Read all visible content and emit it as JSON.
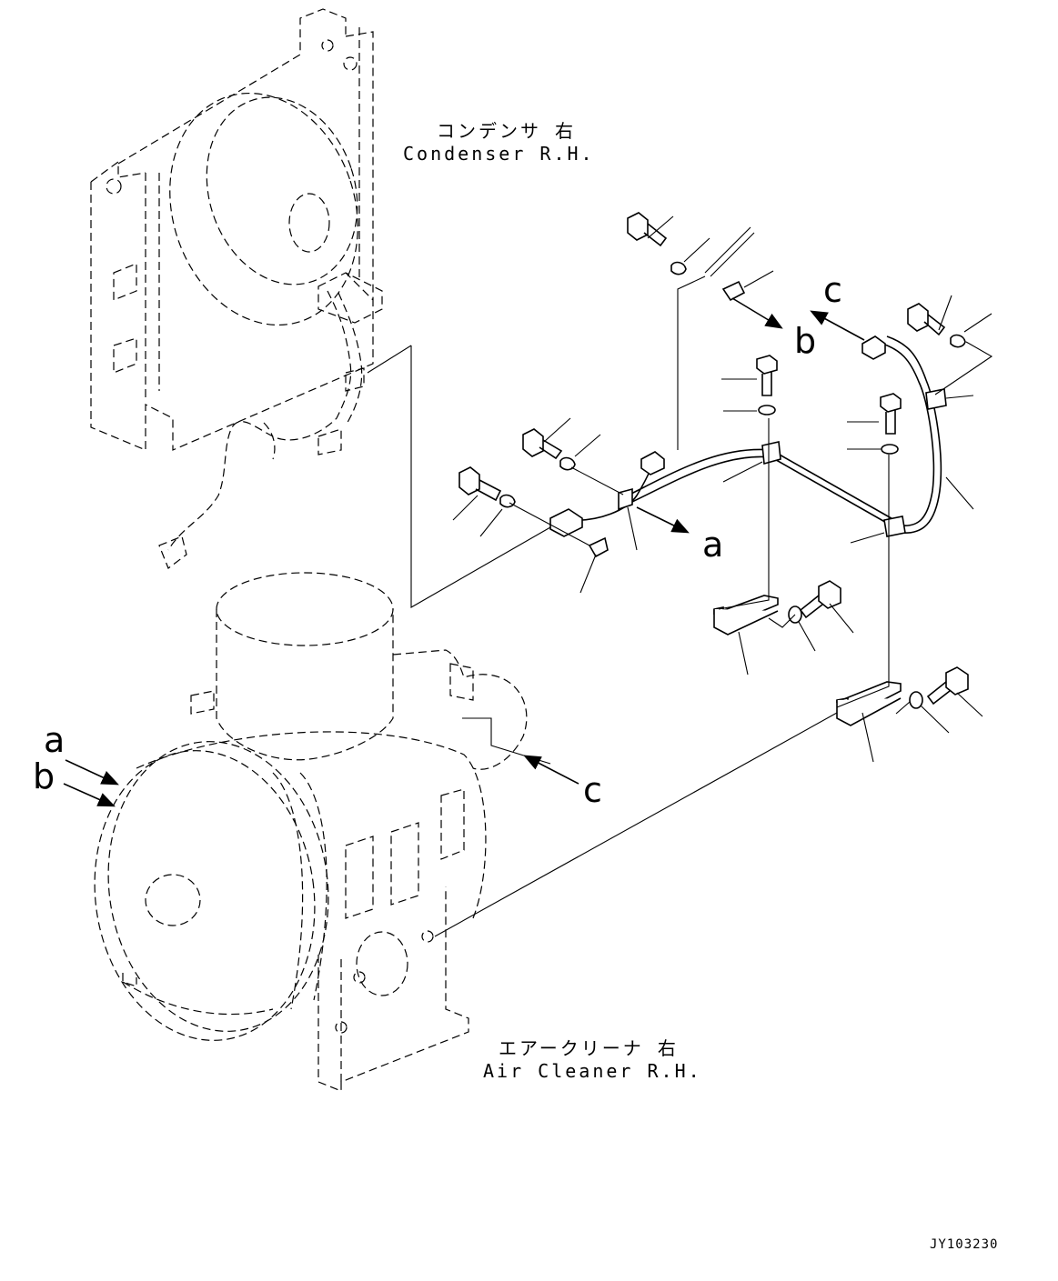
{
  "labels": {
    "condenser_jp": "コンデンサ 右",
    "condenser_en": "Condenser R.H.",
    "aircleaner_jp": "エアークリーナ 右",
    "aircleaner_en": "Air Cleaner R.H.",
    "drawing_code": "JY103230"
  },
  "callouts": {
    "a_right": "a",
    "b_right": "b",
    "c_right": "c",
    "a_left": "a",
    "b_left": "b",
    "c_left": "c"
  }
}
